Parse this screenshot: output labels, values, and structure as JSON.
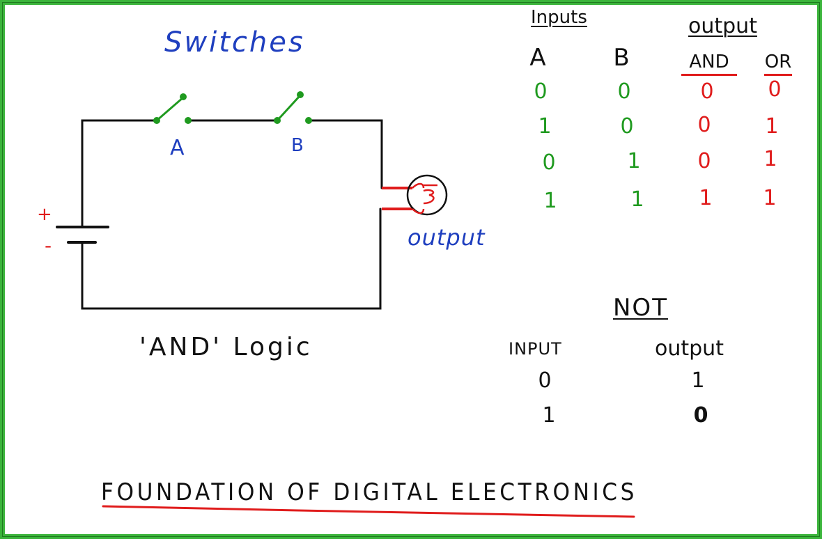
{
  "circuit": {
    "switches_label": "Switches",
    "switch_a_label": "A",
    "switch_b_label": "B",
    "plus_label": "+",
    "minus_label": "-",
    "output_label": "output",
    "caption": "'AND' Logic"
  },
  "truth_table": {
    "inputs_header": "Inputs",
    "output_header": "output",
    "columns": [
      "A",
      "B",
      "AND",
      "OR"
    ],
    "rows": [
      [
        "0",
        "0",
        "0",
        "0"
      ],
      [
        "1",
        "0",
        "0",
        "1"
      ],
      [
        "0",
        "1",
        "0",
        "1"
      ],
      [
        "1",
        "1",
        "1",
        "1"
      ]
    ]
  },
  "not_table": {
    "title": "NOT",
    "input_header": "INPUT",
    "output_header": "output",
    "rows": [
      [
        "0",
        "1"
      ],
      [
        "1",
        "0"
      ]
    ]
  },
  "footer": {
    "title": "FOUNDATION OF DIGITAL ELECTRONICS"
  },
  "colors": {
    "frame": "#3bb43b",
    "blue": "#1f3fbf",
    "green": "#1f9a1f",
    "red": "#e01c1c",
    "black": "#111111"
  }
}
